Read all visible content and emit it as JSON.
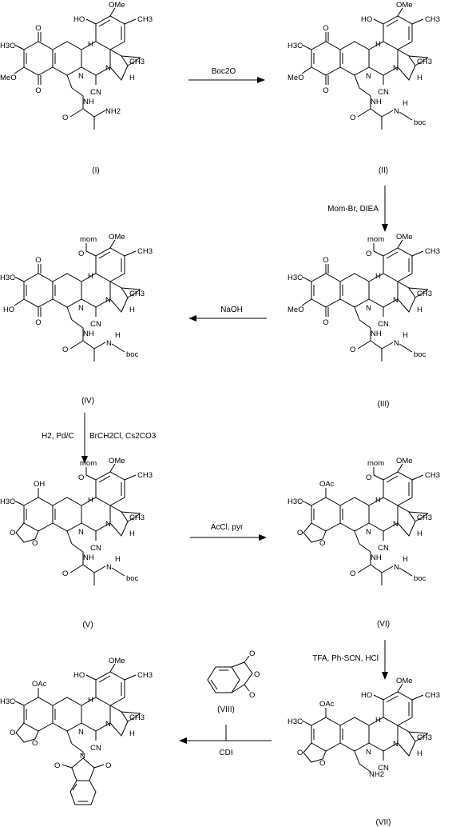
{
  "compounds": [
    {
      "label": "(I)",
      "atoms": {
        "ho": "HO",
        "ome_top": "OMe",
        "ch3_ring": "CH3",
        "h3c": "H3C",
        "meo": "MeO",
        "n1": "N",
        "n2": "N",
        "h1": "H",
        "h2": "H",
        "ch3_bridge": "CH3",
        "cn": "CN",
        "o1": "O",
        "o2": "O",
        "nh": "NH",
        "o3": "O",
        "nh2": "NH2"
      }
    },
    {
      "label": "(II)",
      "atoms": {
        "ho": "HO",
        "ome_top": "OMe",
        "ch3_ring": "CH3",
        "h3c": "H3C",
        "meo": "MeO",
        "n1": "N",
        "n2": "N",
        "h1": "H",
        "h2": "H",
        "ch3_bridge": "CH3",
        "cn": "CN",
        "o1": "O",
        "o2": "O",
        "nh": "NH",
        "o3": "O",
        "nh_boc": "N",
        "h_boc": "H",
        "boc": "boc"
      }
    },
    {
      "label": "(III)",
      "atoms": {
        "mom": "mom",
        "o_mom": "O",
        "ome_top": "OMe",
        "ch3_ring": "CH3",
        "h3c": "H3C",
        "meo": "MeO",
        "n1": "N",
        "n2": "N",
        "h1": "H",
        "h2": "H",
        "ch3_bridge": "CH3",
        "cn": "CN",
        "o1": "O",
        "o2": "O",
        "nh": "NH",
        "o3": "O",
        "nh_boc": "N",
        "h_boc": "H",
        "boc": "boc"
      }
    },
    {
      "label": "(IV)",
      "atoms": {
        "mom": "mom",
        "o_mom": "O",
        "ome_top": "OMe",
        "ch3_ring": "CH3",
        "h3c": "H3C",
        "ho_left": "HO",
        "n1": "N",
        "n2": "N",
        "h1": "H",
        "h2": "H",
        "ch3_bridge": "CH3",
        "cn": "CN",
        "o1": "O",
        "o2": "O",
        "nh": "NH",
        "o3": "O",
        "nh_boc": "N",
        "h_boc": "H",
        "boc": "boc"
      }
    },
    {
      "label": "(V)",
      "atoms": {
        "mom": "mom",
        "o_mom": "O",
        "ome_top": "OMe",
        "ch3_ring": "CH3",
        "h3c": "H3C",
        "oh": "OH",
        "n1": "N",
        "n2": "N",
        "h1": "H",
        "h2": "H",
        "ch3_bridge": "CH3",
        "cn": "CN",
        "o_d1": "O",
        "o_d2": "O",
        "nh": "NH",
        "o3": "O",
        "nh_boc": "N",
        "h_boc": "H",
        "boc": "boc"
      }
    },
    {
      "label": "(VI)",
      "atoms": {
        "mom": "mom",
        "o_mom": "O",
        "ome_top": "OMe",
        "ch3_ring": "CH3",
        "h3c": "H3C",
        "oac": "OAc",
        "n1": "N",
        "n2": "N",
        "h1": "H",
        "h2": "H",
        "ch3_bridge": "CH3",
        "cn": "CN",
        "o_d1": "O",
        "o_d2": "O",
        "nh": "NH",
        "o3": "O",
        "nh_boc": "N",
        "h_boc": "H",
        "boc": "boc"
      }
    },
    {
      "label": "(VII)",
      "atoms": {
        "ho": "HO",
        "ome_top": "OMe",
        "ch3_ring": "CH3",
        "h3c": "H3C",
        "oac": "OAc",
        "n1": "N",
        "n2": "N",
        "h1": "H",
        "h2": "H",
        "ch3_bridge": "CH3",
        "cn": "CN",
        "o_d1": "O",
        "o_d2": "O",
        "nh2": "NH2"
      }
    },
    {
      "label": "",
      "atoms": {
        "ho": "HO",
        "ome_top": "OMe",
        "ch3_ring": "CH3",
        "h3c": "H3C",
        "oac": "OAc",
        "n1": "N",
        "n2": "N",
        "h1": "H",
        "h2": "H",
        "ch3_bridge": "CH3",
        "cn": "CN",
        "o_d1": "O",
        "o_d2": "O",
        "n_phth": "N",
        "o_p1": "O",
        "o_p2": "O"
      }
    },
    {
      "label": "(VIII)",
      "atoms": {
        "o_a1": "O",
        "o_a2": "O",
        "o_a3": "O"
      }
    }
  ],
  "reagents": {
    "r1": "Boc2O",
    "r2": "Mom-Br, DIEA",
    "r3": "NaOH",
    "r4a": "H2, Pd/C",
    "r4b": "BrCH2Cl, Cs2CO3",
    "r5": "AcCl, pyr",
    "r6": "TFA, Ph-SCN, HCl",
    "r7": "CDI"
  }
}
